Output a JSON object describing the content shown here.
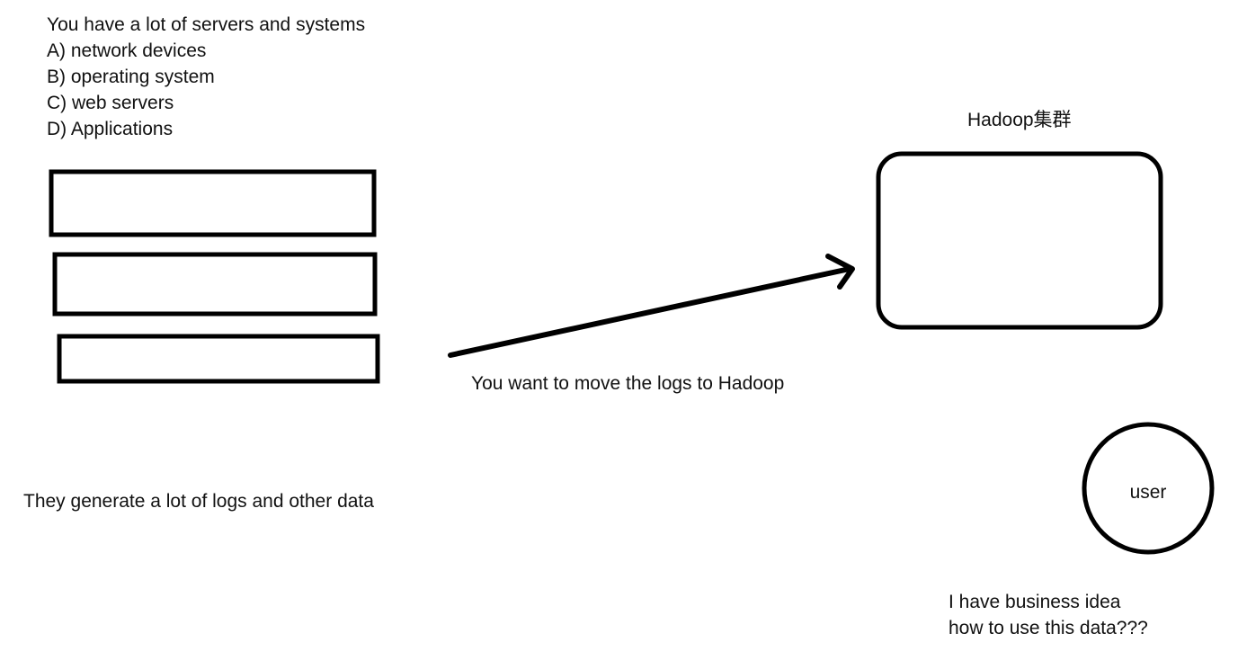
{
  "intro": {
    "heading": "You have a lot of servers and systems",
    "items": [
      "A) network devices",
      "B) operating system",
      "C) web servers",
      "D) Applications"
    ]
  },
  "generate_text": "They generate a lot of logs and other data",
  "move_text": "You want to move the logs to Hadoop",
  "hadoop_label": "Hadoop集群",
  "user_label": "user",
  "business_text": [
    "I have business idea",
    "how to use this data???"
  ],
  "colors": {
    "stroke": "#000000",
    "text": "#111111",
    "background": "#ffffff"
  }
}
